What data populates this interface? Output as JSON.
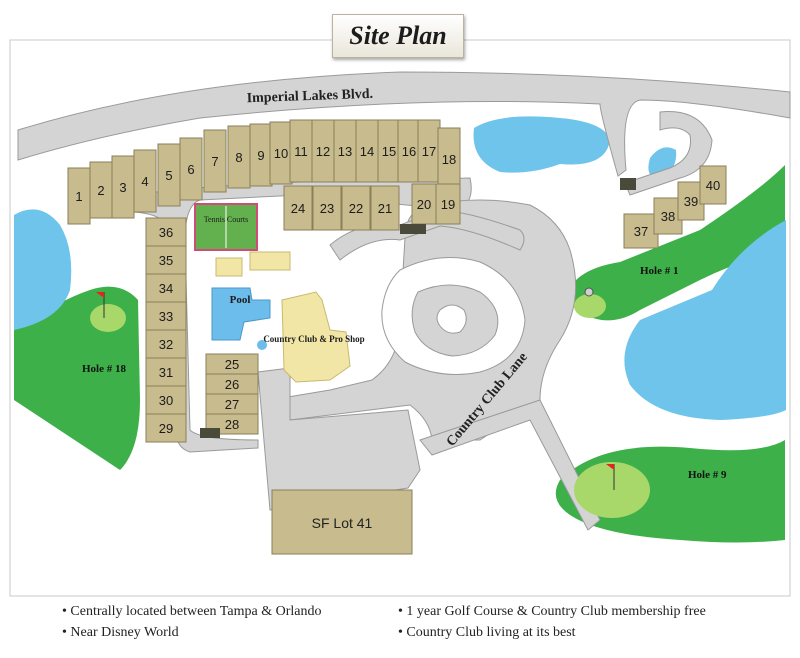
{
  "title": "Site Plan",
  "streets": {
    "main": "Imperial Lakes Blvd.",
    "lane": "Country Club Lane"
  },
  "facilities": {
    "tennis": "Tennis Courts",
    "pool": "Pool",
    "clubhouse": "Country Club & Pro Shop",
    "lot": "SF Lot 41"
  },
  "holes": [
    "Hole # 18",
    "Hole # 1",
    "Hole # 9"
  ],
  "units": {
    "top_row": [
      "1",
      "2",
      "3",
      "4",
      "5",
      "6",
      "7",
      "8",
      "9",
      "10",
      "11",
      "12",
      "13",
      "14",
      "15",
      "16",
      "17",
      "18"
    ],
    "center_row": [
      "24",
      "23",
      "22",
      "21"
    ],
    "pair": [
      "20",
      "19"
    ],
    "left_column": [
      "36",
      "35",
      "34",
      "33",
      "32",
      "31",
      "30",
      "29"
    ],
    "small_block": [
      "25",
      "26",
      "27",
      "28"
    ],
    "right_group": [
      "37",
      "38",
      "39",
      "40"
    ]
  },
  "bullets": {
    "left": [
      "• Centrally located between Tampa & Orlando",
      "• Near Disney World"
    ],
    "right": [
      "• 1 year Golf Course & Country Club membership free",
      "• Country Club living at its best"
    ]
  },
  "colors": {
    "lot": "#c8bb8e",
    "road": "#d4d4d4",
    "water": "#6ec4ea",
    "grass": "#3db04a",
    "green": "#a9d86a",
    "building": "#f2e6a6",
    "court": "#63b14e"
  }
}
